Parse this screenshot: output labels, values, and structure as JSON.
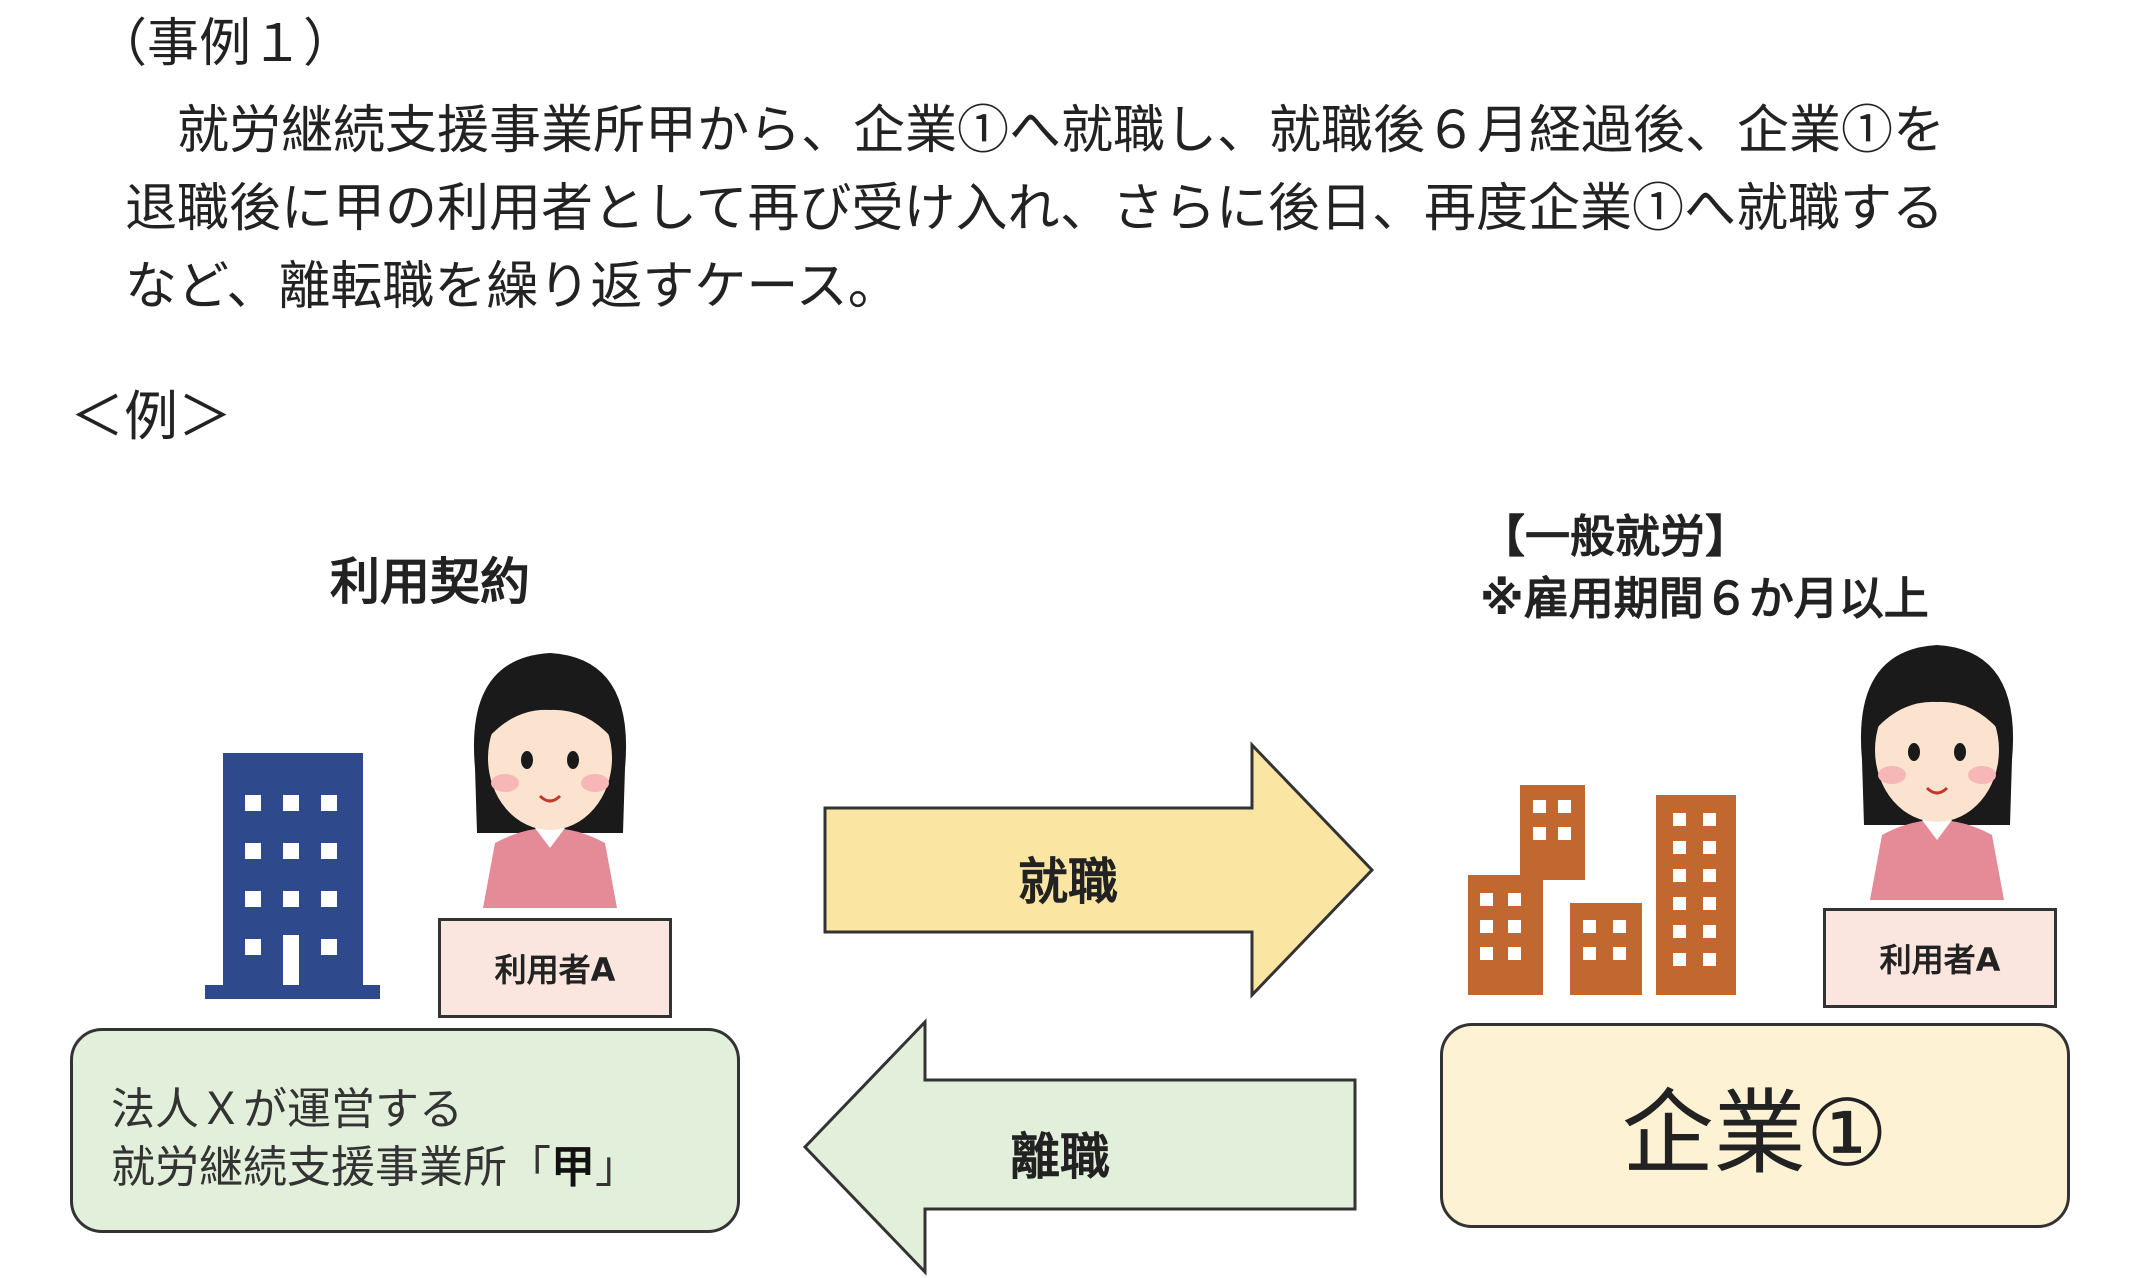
{
  "case": {
    "title": "（事例１）",
    "lines": [
      "就労継続支援事業所甲から、企業①へ就職し、就職後６月経過後、企業①を",
      "退職後に甲の利用者として再び受け入れ、さらに後日、再度企業①へ就職する",
      "など、離転職を繰り返すケース。"
    ]
  },
  "example_label": "＜例＞",
  "left": {
    "contract_label": "利用契約",
    "user_label": "利用者A",
    "office_line1": "法人Ｘが運営する",
    "office_line2_prefix": "就労継続支援事業所「",
    "office_line2_bold": "甲",
    "office_line2_suffix": "」"
  },
  "right": {
    "caption_line1": "【一般就労】",
    "caption_line2": "※雇用期間６か月以上",
    "user_label": "利用者A",
    "company_label": "企業①"
  },
  "arrows": {
    "employment": "就職",
    "separation": "離職"
  },
  "colors": {
    "arrow_right_fill": "#fbe5a3",
    "arrow_left_fill": "#e2efdb",
    "office_building": "#2f4a8c",
    "company_buildings": "#c0682f",
    "user_label_bg": "#fbe6df"
  }
}
